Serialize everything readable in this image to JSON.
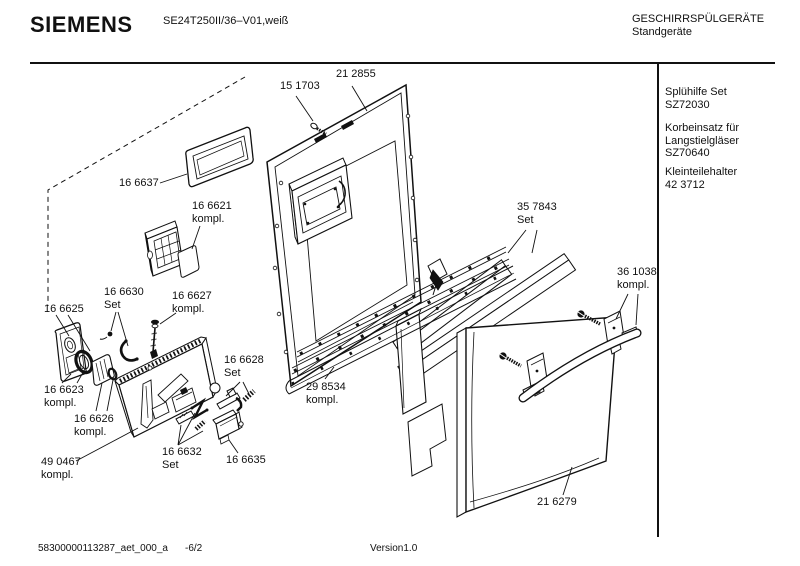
{
  "header": {
    "brand": "SIEMENS",
    "model": "SE24T250II/36–V01,weiß",
    "category_line1": "GESCHIRRSPÜLGERÄTE",
    "category_line2": "Standgeräte"
  },
  "sidebar": {
    "accessories": [
      {
        "lines": [
          "Splühilfe Set",
          "SZ72030"
        ]
      },
      {
        "lines": [
          "Korbeinsatz für",
          "Langstielgläser",
          "SZ70640"
        ]
      },
      {
        "lines": [
          "Kleinteilehalter",
          "42 3712"
        ]
      }
    ]
  },
  "diagram": {
    "parts": {
      "door_screw": {
        "no": "15 1703"
      },
      "inner_door": {
        "no": "21 2855"
      },
      "window_frame": {
        "no": "16 6637"
      },
      "tray": {
        "no": "16 6621",
        "suffix": "kompl."
      },
      "lever_set": {
        "no": "16 6630",
        "suffix": "Set"
      },
      "shaft": {
        "no": "16 6627",
        "suffix": "kompl."
      },
      "cover": {
        "no": "16 6625"
      },
      "seal": {
        "no": "16 6623",
        "suffix": "kompl."
      },
      "piston": {
        "no": "16 6626",
        "suffix": "kompl."
      },
      "dispenser": {
        "no": "49 0467",
        "suffix": "kompl."
      },
      "spring_set": {
        "no": "16 6632",
        "suffix": "Set"
      },
      "actuator": {
        "no": "16 6635"
      },
      "latch_set": {
        "no": "16 6628",
        "suffix": "Set"
      },
      "strip": {
        "no": "29 8534",
        "suffix": "kompl."
      },
      "panel_set": {
        "no": "35 7843",
        "suffix": "Set"
      },
      "handle_bracket": {
        "no": "36 1038",
        "suffix": "kompl."
      },
      "outer_door": {
        "no": "21 6279"
      }
    }
  },
  "footer": {
    "document_id": "58300000113287_aet_000_a",
    "page": "-6/2",
    "version": "Version1.0"
  },
  "colors": {
    "ink": "#111111",
    "background": "#ffffff"
  }
}
